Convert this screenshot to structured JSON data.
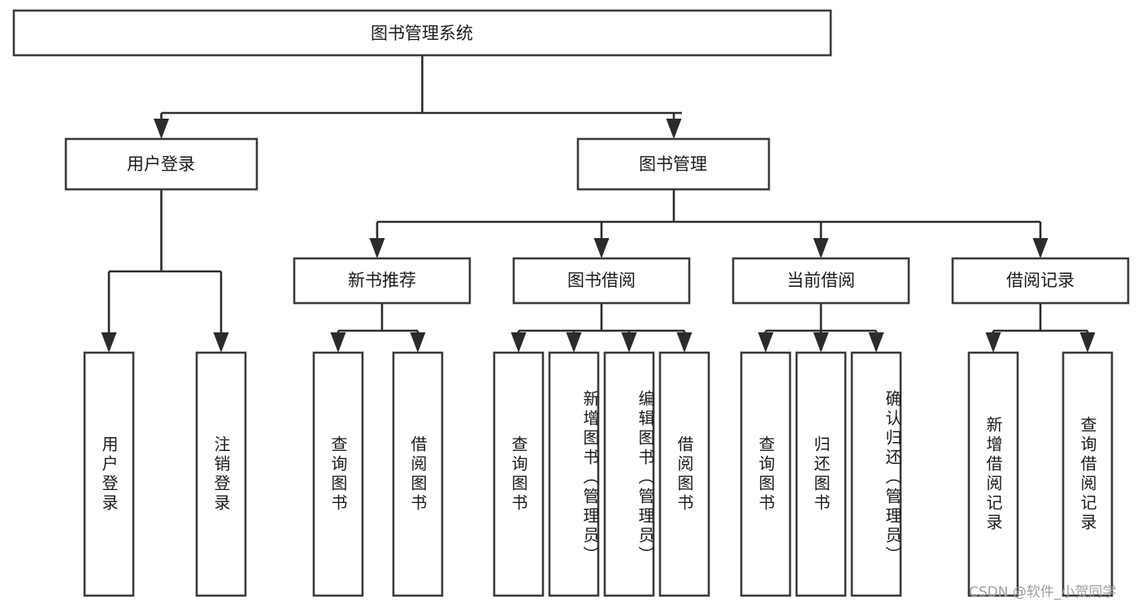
{
  "diagram": {
    "type": "tree",
    "title": "图书管理系统",
    "watermark": "CSDN @软件_小贺同学",
    "colors": {
      "background": "#ffffff",
      "box_fill": "#ffffff",
      "box_stroke": "#3a3a3a",
      "connector": "#2b2b2b",
      "text": "#1a1a1a",
      "watermark": "#9e9e9e"
    },
    "nodes": {
      "root": {
        "label": "图书管理系统",
        "level": 1,
        "orientation": "horizontal"
      },
      "user_login": {
        "label": "用户登录",
        "level": 2,
        "orientation": "horizontal"
      },
      "book_manage": {
        "label": "图书管理",
        "level": 2,
        "orientation": "horizontal"
      },
      "new_book_rec": {
        "label": "新书推荐",
        "level": 3,
        "orientation": "horizontal"
      },
      "book_borrow": {
        "label": "图书借阅",
        "level": 3,
        "orientation": "horizontal"
      },
      "current_borrow": {
        "label": "当前借阅",
        "level": 3,
        "orientation": "horizontal"
      },
      "borrow_record": {
        "label": "借阅记录",
        "level": 3,
        "orientation": "horizontal"
      },
      "leaf_user_login": {
        "label": "用户登录",
        "level": 4,
        "orientation": "vertical"
      },
      "leaf_user_logout": {
        "label": "注销登录",
        "level": 4,
        "orientation": "vertical"
      },
      "leaf_rec_query": {
        "label": "查询图书",
        "level": 4,
        "orientation": "vertical"
      },
      "leaf_rec_borrow": {
        "label": "借阅图书",
        "level": 4,
        "orientation": "vertical"
      },
      "leaf_borrow_query": {
        "label": "查询图书",
        "level": 4,
        "orientation": "vertical"
      },
      "leaf_borrow_add": {
        "label": "新增图书（管理员）",
        "level": 4,
        "orientation": "vertical"
      },
      "leaf_borrow_edit": {
        "label": "编辑图书（管理员）",
        "level": 4,
        "orientation": "vertical"
      },
      "leaf_borrow_lend": {
        "label": "借阅图书",
        "level": 4,
        "orientation": "vertical"
      },
      "leaf_cur_query": {
        "label": "查询图书",
        "level": 4,
        "orientation": "vertical"
      },
      "leaf_cur_return": {
        "label": "归还图书",
        "level": 4,
        "orientation": "vertical"
      },
      "leaf_cur_confirm": {
        "label": "确认归还（管理员）",
        "level": 4,
        "orientation": "vertical"
      },
      "leaf_rec_add": {
        "label": "新增借阅记录",
        "level": 4,
        "orientation": "vertical"
      },
      "leaf_rec_query2": {
        "label": "查询借阅记录",
        "level": 4,
        "orientation": "vertical"
      }
    },
    "edges": [
      {
        "from": "root",
        "to": "user_login"
      },
      {
        "from": "root",
        "to": "book_manage"
      },
      {
        "from": "user_login",
        "to": "leaf_user_login"
      },
      {
        "from": "user_login",
        "to": "leaf_user_logout"
      },
      {
        "from": "book_manage",
        "to": "new_book_rec"
      },
      {
        "from": "book_manage",
        "to": "book_borrow"
      },
      {
        "from": "book_manage",
        "to": "current_borrow"
      },
      {
        "from": "book_manage",
        "to": "borrow_record"
      },
      {
        "from": "new_book_rec",
        "to": "leaf_rec_query"
      },
      {
        "from": "new_book_rec",
        "to": "leaf_rec_borrow"
      },
      {
        "from": "book_borrow",
        "to": "leaf_borrow_query"
      },
      {
        "from": "book_borrow",
        "to": "leaf_borrow_add"
      },
      {
        "from": "book_borrow",
        "to": "leaf_borrow_edit"
      },
      {
        "from": "book_borrow",
        "to": "leaf_borrow_lend"
      },
      {
        "from": "current_borrow",
        "to": "leaf_cur_query"
      },
      {
        "from": "current_borrow",
        "to": "leaf_cur_return"
      },
      {
        "from": "current_borrow",
        "to": "leaf_cur_confirm"
      },
      {
        "from": "borrow_record",
        "to": "leaf_rec_add"
      },
      {
        "from": "borrow_record",
        "to": "leaf_rec_query2"
      }
    ]
  }
}
